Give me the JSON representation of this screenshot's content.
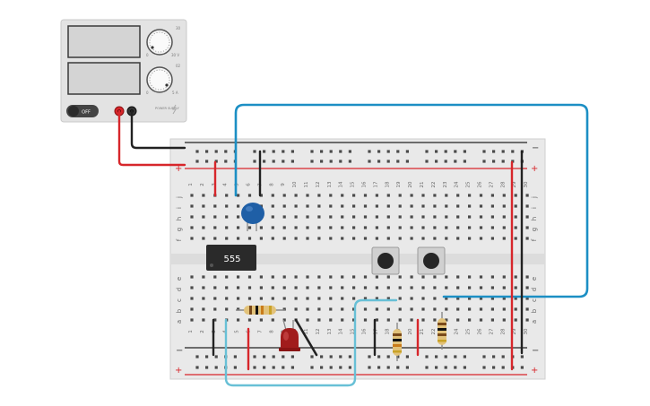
{
  "power_supply": {
    "switch_label": "OFF",
    "knob1_top": "30",
    "knob1_left": "0",
    "knob1_right": "30 V",
    "knob2_top": "02",
    "knob2_left": "0",
    "knob2_right": "5 A",
    "brand": "POWER SUPPLY"
  },
  "chip": {
    "label": "555"
  },
  "breadboard": {
    "rail_plus": "+",
    "rail_minus": "−",
    "row_letters_top": [
      "j",
      "i",
      "h",
      "g",
      "f"
    ],
    "row_letters_bottom": [
      "e",
      "d",
      "c",
      "b",
      "a"
    ],
    "column_numbers": [
      "1",
      "2",
      "3",
      "4",
      "5",
      "6",
      "7",
      "8",
      "9",
      "10",
      "11",
      "12",
      "13",
      "14",
      "15",
      "16",
      "17",
      "18",
      "19",
      "20",
      "21",
      "22",
      "23",
      "24",
      "25",
      "26",
      "27",
      "28",
      "29",
      "30"
    ]
  },
  "colors": {
    "wire_red": "#d7262b",
    "wire_black": "#222222",
    "wire_blue": "#1c8fc4",
    "wire_light_blue": "#68c0d6",
    "capacitor": "#1f5fa6",
    "led": "#a11c1c",
    "board": "#e9e9e9"
  }
}
